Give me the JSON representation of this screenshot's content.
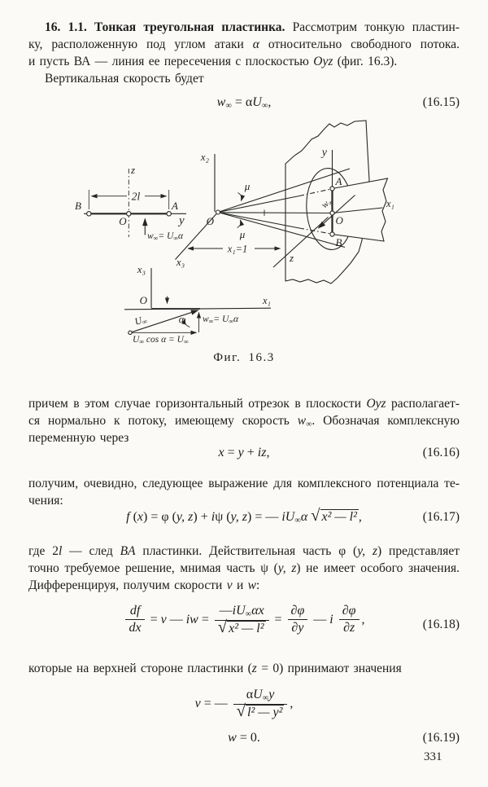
{
  "page": {
    "number": "331"
  },
  "para1": {
    "l1": [
      {
        "t": "16. 1.1. Тонкая треугольная пластинка.",
        "s": "b"
      },
      {
        "t": " Рассмотрим тонкую пластин-"
      }
    ],
    "l2": [
      {
        "t": "ку, расположенную под углом атаки "
      },
      {
        "t": "α",
        "s": "i"
      },
      {
        "t": " относительно свободного потока."
      }
    ],
    "l3": [
      {
        "t": "и пусть ВА — линия ее пересечения с плоскостью "
      },
      {
        "t": "Oyz",
        "s": "i"
      },
      {
        "t": " (фиг. 16.3)."
      }
    ],
    "l4": [
      {
        "t": "Вертикальная скорость будет"
      }
    ]
  },
  "eq1615": {
    "runs": [
      {
        "t": "w",
        "s": "i"
      },
      {
        "t": "∞",
        "s": "sub"
      },
      {
        "t": " = α"
      },
      {
        "t": "U",
        "s": "i"
      },
      {
        "t": "∞",
        "s": "sub"
      },
      {
        "t": ","
      }
    ],
    "tag": "(16.15)"
  },
  "para2": {
    "l1": [
      {
        "t": "причем в этом случае горизонтальный отрезок в плоскости "
      },
      {
        "t": "Oyz",
        "s": "i"
      },
      {
        "t": " располагает-"
      }
    ],
    "l2": [
      {
        "t": "ся нормально к потоку, имеющему скорость "
      },
      {
        "t": "w",
        "s": "i"
      },
      {
        "t": "∞",
        "s": "sub"
      },
      {
        "t": ". Обозначая комплексную"
      }
    ],
    "l3": [
      {
        "t": "переменную через"
      }
    ]
  },
  "eq1616": {
    "runs": [
      {
        "t": "x",
        "s": "i"
      },
      {
        "t": " = "
      },
      {
        "t": "y",
        "s": "i"
      },
      {
        "t": " + "
      },
      {
        "t": "iz",
        "s": "i"
      },
      {
        "t": ","
      }
    ],
    "tag": "(16.16)"
  },
  "para3": {
    "l1": [
      {
        "t": "получим, очевидно, следующее выражение для комплексного потенциала те-"
      }
    ],
    "l2": [
      {
        "t": "чения:"
      }
    ]
  },
  "eq1617": {
    "runs": [
      {
        "t": "f",
        "s": "i"
      },
      {
        "t": " ("
      },
      {
        "t": "x",
        "s": "i"
      },
      {
        "t": ") = φ ("
      },
      {
        "t": "y, z",
        "s": "i"
      },
      {
        "t": ") + "
      },
      {
        "t": "i",
        "s": "i"
      },
      {
        "t": "ψ ("
      },
      {
        "t": "y, z",
        "s": "i"
      },
      {
        "t": ") = — "
      },
      {
        "t": "iU",
        "s": "i"
      },
      {
        "t": "∞",
        "s": "sub"
      },
      {
        "t": "α ",
        "s": "i"
      },
      {
        "t": "√",
        "s": "r"
      },
      {
        "t": "x² — l²",
        "s": "o"
      },
      {
        "t": ","
      }
    ],
    "tag": "(16.17)"
  },
  "para4": {
    "l1": [
      {
        "t": "где 2"
      },
      {
        "t": "l",
        "s": "i"
      },
      {
        "t": " — след "
      },
      {
        "t": "BA",
        "s": "i"
      },
      {
        "t": " пластинки. Действительная часть φ ("
      },
      {
        "t": "y, z",
        "s": "i"
      },
      {
        "t": ") представляет"
      }
    ],
    "l2": [
      {
        "t": "точно требуемое решение, мнимая часть ψ ("
      },
      {
        "t": "y, z",
        "s": "i"
      },
      {
        "t": ") не имеет особого значения."
      }
    ],
    "l3": [
      {
        "t": "Дифференцируя, получим скорости "
      },
      {
        "t": "v",
        "s": "i"
      },
      {
        "t": " и "
      },
      {
        "t": "w",
        "s": "i"
      },
      {
        "t": ":"
      }
    ]
  },
  "eq1618": {
    "f1n": [
      {
        "t": "df",
        "s": "i"
      }
    ],
    "f1d": [
      {
        "t": "dx",
        "s": "i"
      }
    ],
    "m1": [
      {
        "t": " = "
      },
      {
        "t": "v",
        "s": "i"
      },
      {
        "t": " — "
      },
      {
        "t": "iw",
        "s": "i"
      },
      {
        "t": " = "
      }
    ],
    "f2n": [
      {
        "t": "—"
      },
      {
        "t": "iU",
        "s": "i"
      },
      {
        "t": "∞",
        "s": "sub"
      },
      {
        "t": "αx",
        "s": "i"
      }
    ],
    "f2d": [
      {
        "t": "√",
        "s": "r"
      },
      {
        "t": "x² — l²",
        "s": "o"
      }
    ],
    "m2": [
      {
        "t": " = "
      }
    ],
    "f3n": [
      {
        "t": "∂φ",
        "s": "i"
      }
    ],
    "f3d": [
      {
        "t": "∂y",
        "s": "i"
      }
    ],
    "m3": [
      {
        "t": " — "
      },
      {
        "t": "i",
        "s": "i"
      },
      {
        "t": " "
      }
    ],
    "f4n": [
      {
        "t": "∂φ",
        "s": "i"
      }
    ],
    "f4d": [
      {
        "t": "∂z",
        "s": "i"
      }
    ],
    "m4": [
      {
        "t": ","
      }
    ],
    "tag": "(16.18)"
  },
  "para5": {
    "l1": [
      {
        "t": "которые на верхней стороне пластинки ("
      },
      {
        "t": "z",
        "s": "i"
      },
      {
        "t": " = 0) принимают значения"
      }
    ]
  },
  "eq1619": {
    "lead": [
      {
        "t": "v",
        "s": "i"
      },
      {
        "t": " = — "
      }
    ],
    "fn": [
      {
        "t": "α"
      },
      {
        "t": "U",
        "s": "i"
      },
      {
        "t": "∞",
        "s": "sub"
      },
      {
        "t": "y",
        "s": "i"
      }
    ],
    "fd": [
      {
        "t": "√",
        "s": "r"
      },
      {
        "t": "l² — y²",
        "s": "o"
      }
    ],
    "tail": [
      {
        "t": ","
      }
    ],
    "second": [
      {
        "t": "w",
        "s": "i"
      },
      {
        "t": " = 0."
      }
    ],
    "tag": "(16.19)"
  },
  "figure": {
    "caption": "Фиг. 16.3",
    "left": {
      "z": "z",
      "dim": "2l",
      "B": "B",
      "O": "O",
      "A": "A",
      "y": "y",
      "w": "w",
      "inf": "∞",
      "weq": "= U",
      "alpha": "α"
    },
    "cone": {
      "x2": "x₂",
      "x3": "x₃",
      "x1": "x₁",
      "x1dim": "x₁=1",
      "mu": "μ",
      "z": "z",
      "y": "y",
      "A": "A",
      "O": "O",
      "B": "B",
      "Oapex": "O",
      "w": "w",
      "inf": "∞"
    },
    "side": {
      "x3": "x₃",
      "O": "O",
      "x1": "x₁",
      "alpha": "α",
      "U": "U",
      "inf": "∞",
      "w": "w",
      "weq": "= U",
      "cos1": " cos α = U"
    }
  }
}
